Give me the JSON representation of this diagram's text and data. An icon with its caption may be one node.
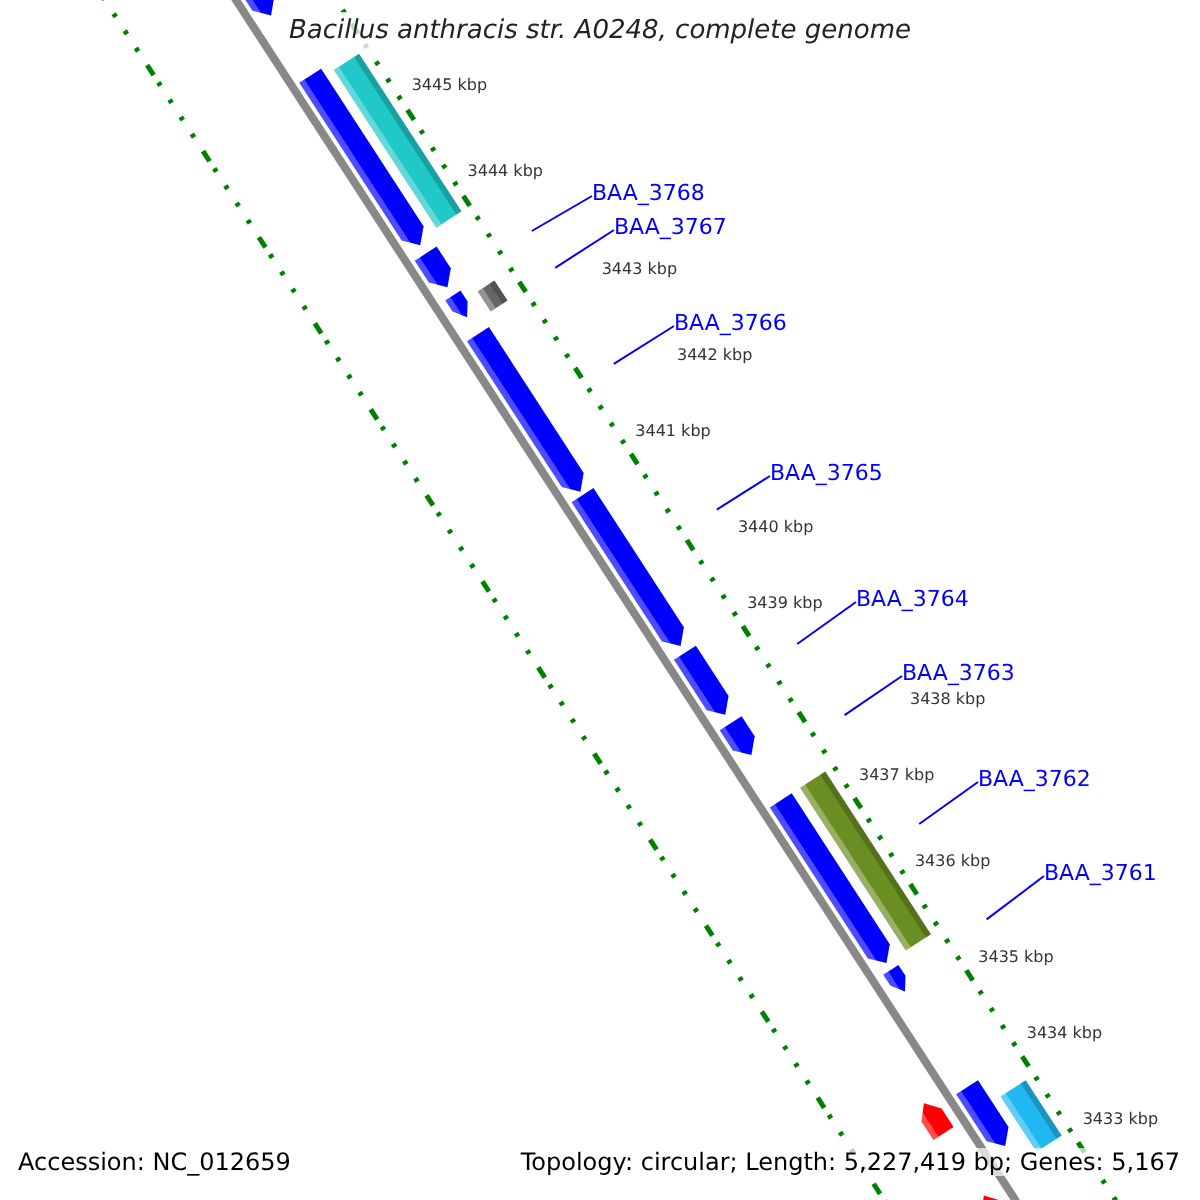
{
  "diagram": {
    "title": "Bacillus anthracis str. A0248, complete genome",
    "nodes": [
      {
        "text": [
          "BAA_3768"
        ]
      },
      {
        "text": [
          "BAA_3767"
        ]
      },
      {
        "text": [
          "BAA_3766"
        ]
      },
      {
        "text": [
          "BAA_3765"
        ]
      },
      {
        "text": [
          "BAA_3764"
        ]
      },
      {
        "text": [
          "BAA_3763"
        ]
      },
      {
        "text": [
          "BAA_3762"
        ]
      },
      {
        "text": [
          "BAA_3761"
        ]
      }
    ],
    "edges": [
      {
        "from": 0,
        "to": null,
        "arrow": "none"
      },
      {
        "from": 1,
        "to": null,
        "arrow": "none"
      },
      {
        "from": 2,
        "to": null,
        "arrow": "none"
      },
      {
        "from": 3,
        "to": null,
        "arrow": "none"
      },
      {
        "from": 4,
        "to": null,
        "arrow": "none"
      },
      {
        "from": 5,
        "to": null,
        "arrow": "none"
      },
      {
        "from": 6,
        "to": null,
        "arrow": "none"
      },
      {
        "from": 7,
        "to": null,
        "arrow": "none"
      }
    ],
    "labels": [
      "3445 kbp",
      "3444 kbp",
      "3443 kbp",
      "3442 kbp",
      "3441 kbp",
      "3440 kbp",
      "3439 kbp",
      "3438 kbp",
      "3437 kbp",
      "3436 kbp",
      "3435 kbp",
      "3434 kbp",
      "3433 kbp",
      "Accession: NC_012659",
      "Topology: circular; Length: 5,227,419 bp; Genes: 5,167"
    ]
  }
}
